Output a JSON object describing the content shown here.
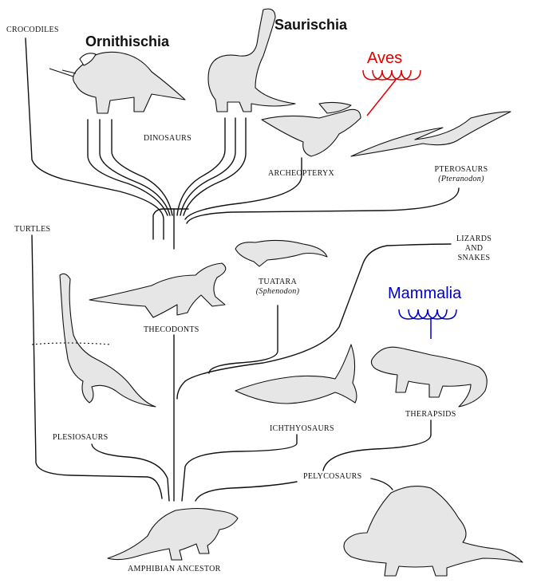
{
  "groups": {
    "ornithischia": "Ornithischia",
    "saurischia": "Saurischia",
    "aves": "Aves",
    "mammalia": "Mammalia"
  },
  "labels": {
    "crocodiles": "CROCODILES",
    "dinosaurs": "DINOSAURS",
    "archeopteryx": "ARCHEOPTERYX",
    "pterosaurs": "PTEROSAURS",
    "pterosaurs_sub": "(Pteranodon)",
    "turtles": "TURTLES",
    "lizards_1": "LIZARDS",
    "lizards_2": "AND",
    "lizards_3": "SNAKES",
    "tuatara": "TUATARA",
    "tuatara_sub": "(Sphenodon)",
    "thecodonts": "THECODONTS",
    "ichthyosaurs": "ICHTHYOSAURS",
    "therapsids": "THERAPSIDS",
    "plesiosaurs": "PLESIOSAURS",
    "pelycosaurs": "PELYCOSAURS",
    "amphibian_ancestor": "AMPHIBIAN ANCESTOR"
  },
  "colors": {
    "aves": "#e00000",
    "mammalia": "#0000cc",
    "line": "#111111",
    "animal_fill": "#e6e6e6"
  }
}
